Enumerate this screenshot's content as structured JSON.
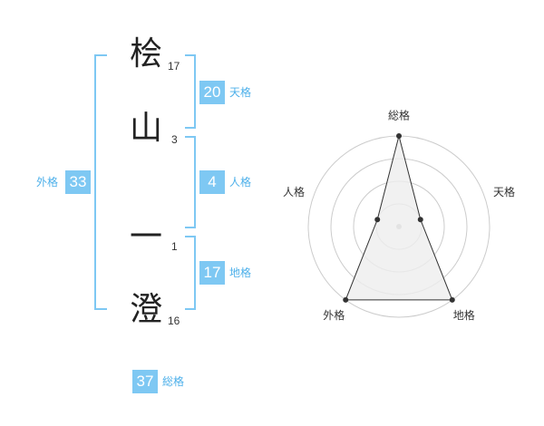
{
  "name": {
    "chars": [
      {
        "char": "桧",
        "strokes": "17"
      },
      {
        "char": "山",
        "strokes": "3"
      },
      {
        "char": "一",
        "strokes": "1"
      },
      {
        "char": "澄",
        "strokes": "16"
      }
    ]
  },
  "fortune": {
    "tenkaku": {
      "value": "20",
      "label": "天格"
    },
    "jinkaku": {
      "value": "4",
      "label": "人格"
    },
    "chikaku": {
      "value": "17",
      "label": "地格"
    },
    "gaikaku": {
      "value": "33",
      "label": "外格"
    },
    "soukaku": {
      "value": "37",
      "label": "総格"
    }
  },
  "chart_data": {
    "type": "radar",
    "axes": [
      "総格",
      "天格",
      "地格",
      "外格",
      "人格"
    ],
    "values": [
      4,
      1,
      4,
      4,
      1
    ],
    "max": 4,
    "rings": 4,
    "colors": {
      "fill": "#eeeeee",
      "stroke": "#333333",
      "grid": "#cccccc",
      "point": "#333333",
      "center": "#bbbbbb"
    }
  }
}
